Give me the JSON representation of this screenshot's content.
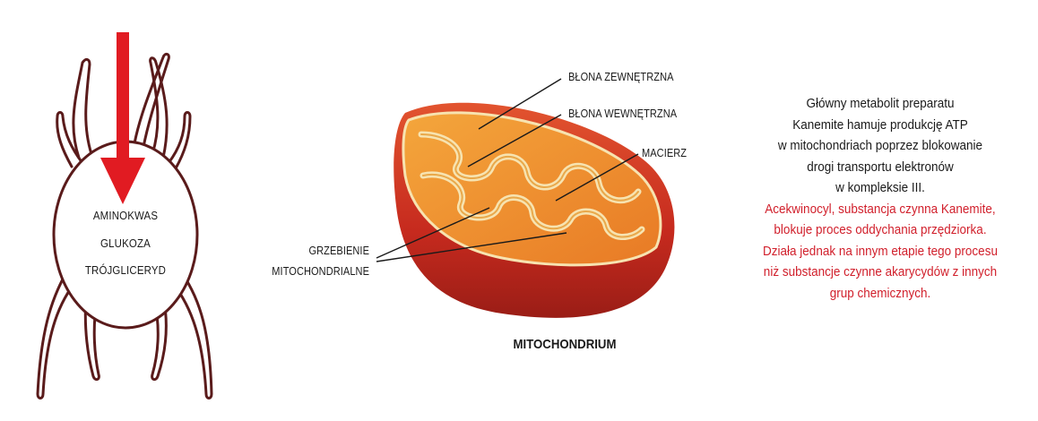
{
  "mite": {
    "labels": [
      "AMINOKWAS",
      "GLUKOZA",
      "TRÓJGLICERYD"
    ],
    "colors": {
      "outline": "#5a1b1b",
      "arrow": "#e11b22"
    }
  },
  "mitochondrion": {
    "title": "MITOCHONDRIUM",
    "labels": {
      "outer_membrane": "BŁONA ZEWNĘTRZNA",
      "inner_membrane": "BŁONA WEWNĘTRZNA",
      "matrix": "MACIERZ",
      "cristae_line1": "GRZEBIENIE",
      "cristae_line2": "MITOCHONDRIALNE"
    },
    "colors": {
      "outer": "#c62a1e",
      "inner": "#ee8a2b",
      "membrane": "#f7e3b0"
    }
  },
  "info": {
    "black_lines": [
      "Główny metabolit preparatu",
      "Kanemite hamuje produkcję ATP",
      "w mitochondriach poprzez blokowanie",
      "drogi transportu elektronów",
      "w kompleksie III."
    ],
    "red_lines": [
      "Acekwinocyl, substancja czynna Kanemite,",
      "blokuje proces oddychania przędziorka.",
      "Działa jednak na innym etapie tego procesu",
      "niż substancje czynne akarycydów z innych",
      "grup chemicznych."
    ],
    "colors": {
      "black": "#1a1a1a",
      "red": "#d11f2b"
    }
  }
}
